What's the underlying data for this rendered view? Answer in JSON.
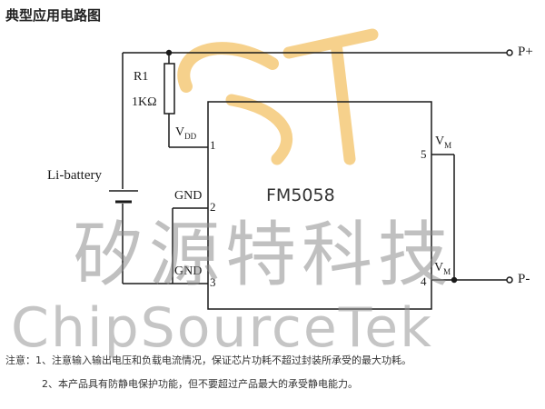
{
  "title": "典型应用电路图",
  "resistor": {
    "ref": "R1",
    "value": "1KΩ"
  },
  "battery_label": "Li-battery",
  "chip_name": "FM5058",
  "pins": {
    "vdd": {
      "label": "VDD",
      "main": "V",
      "sub": "DD",
      "number": "1"
    },
    "gnd2": {
      "label": "GND",
      "number": "2"
    },
    "gnd3": {
      "label": "GND",
      "number": "3"
    },
    "vm5": {
      "label": "VM",
      "main": "V",
      "sub": "M",
      "number": "5"
    },
    "vm4": {
      "label": "VM",
      "main": "V",
      "sub": "M",
      "number": "4"
    }
  },
  "terminals": {
    "positive": "P+",
    "negative": "P-"
  },
  "watermark": {
    "chinese": "矽源特科技",
    "english": "ChipSourceTek"
  },
  "notes": [
    "注意：1、注意输入输出电压和负载电流情况，保证芯片功耗不超过封装所承受的最大功耗。",
    "2、本产品具有防静电保护功能，但不要超过产品最大的承受静电能力。"
  ],
  "colors": {
    "logo_orange": "#f3c266",
    "wire": "#1a1a1a",
    "watermark_gray": "#8c8c8c"
  }
}
